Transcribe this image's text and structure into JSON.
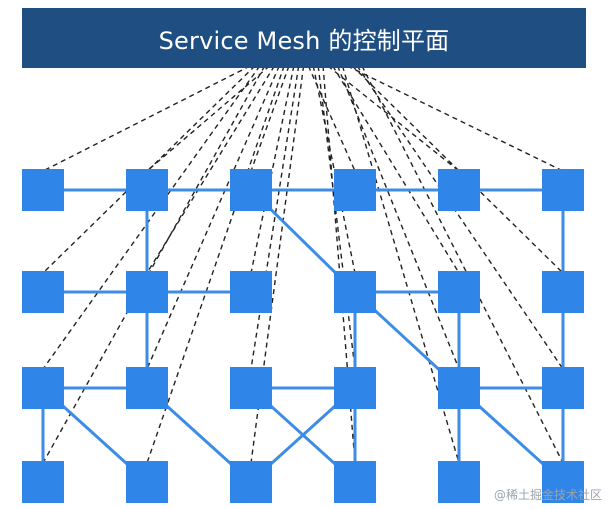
{
  "header": {
    "title": "Service Mesh 的控制平面"
  },
  "watermark": {
    "text": "@稀土掘金技术社区"
  },
  "colors": {
    "header_bg": "#1f4f82",
    "node": "#2f86e8",
    "edge": "#3d8de6",
    "control_line": "#222222"
  },
  "mesh": {
    "nodes": [
      {
        "id": "n1",
        "row": 1,
        "col": 1
      },
      {
        "id": "n2",
        "row": 1,
        "col": 2
      },
      {
        "id": "n3",
        "row": 1,
        "col": 3
      },
      {
        "id": "n4",
        "row": 1,
        "col": 4
      },
      {
        "id": "n5",
        "row": 1,
        "col": 5
      },
      {
        "id": "n6",
        "row": 1,
        "col": 6
      },
      {
        "id": "n7",
        "row": 2,
        "col": 1
      },
      {
        "id": "n8",
        "row": 2,
        "col": 2
      },
      {
        "id": "n9",
        "row": 2,
        "col": 3
      },
      {
        "id": "n10",
        "row": 2,
        "col": 4
      },
      {
        "id": "n11",
        "row": 2,
        "col": 5
      },
      {
        "id": "n12",
        "row": 2,
        "col": 6
      },
      {
        "id": "n13",
        "row": 3,
        "col": 1
      },
      {
        "id": "n14",
        "row": 3,
        "col": 2
      },
      {
        "id": "n15",
        "row": 3,
        "col": 3
      },
      {
        "id": "n16",
        "row": 3,
        "col": 4
      },
      {
        "id": "n17",
        "row": 3,
        "col": 5
      },
      {
        "id": "n18",
        "row": 3,
        "col": 6
      },
      {
        "id": "n19",
        "row": 4,
        "col": 1
      },
      {
        "id": "n20",
        "row": 4,
        "col": 2
      },
      {
        "id": "n21",
        "row": 4,
        "col": 3
      },
      {
        "id": "n22",
        "row": 4,
        "col": 4
      },
      {
        "id": "n23",
        "row": 4,
        "col": 5
      },
      {
        "id": "n24",
        "row": 4,
        "col": 6
      }
    ],
    "edges": [
      [
        "n1",
        "n2"
      ],
      [
        "n2",
        "n3"
      ],
      [
        "n3",
        "n4"
      ],
      [
        "n4",
        "n5"
      ],
      [
        "n5",
        "n6"
      ],
      [
        "n2",
        "n8"
      ],
      [
        "n8",
        "n14"
      ],
      [
        "n7",
        "n8"
      ],
      [
        "n8",
        "n9"
      ],
      [
        "n3",
        "n10"
      ],
      [
        "n10",
        "n11"
      ],
      [
        "n10",
        "n16"
      ],
      [
        "n10",
        "n17"
      ],
      [
        "n11",
        "n17"
      ],
      [
        "n17",
        "n18"
      ],
      [
        "n17",
        "n23"
      ],
      [
        "n17",
        "n24"
      ],
      [
        "n6",
        "n12"
      ],
      [
        "n12",
        "n18"
      ],
      [
        "n18",
        "n24"
      ],
      [
        "n13",
        "n14"
      ],
      [
        "n13",
        "n19"
      ],
      [
        "n13",
        "n20"
      ],
      [
        "n14",
        "n21"
      ],
      [
        "n15",
        "n16"
      ],
      [
        "n15",
        "n22"
      ],
      [
        "n16",
        "n21"
      ],
      [
        "n16",
        "n22"
      ]
    ]
  }
}
